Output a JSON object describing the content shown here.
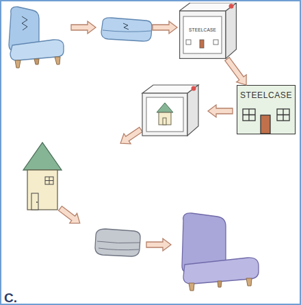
{
  "diagram": {
    "nodes": [
      {
        "text": [
          "STEELCASE"
        ]
      },
      {
        "text": [
          "STEELCASE"
        ]
      }
    ],
    "edges": [
      {
        "from": 0,
        "to": 1,
        "arrow": "to"
      }
    ],
    "labels": [
      "C."
    ]
  }
}
